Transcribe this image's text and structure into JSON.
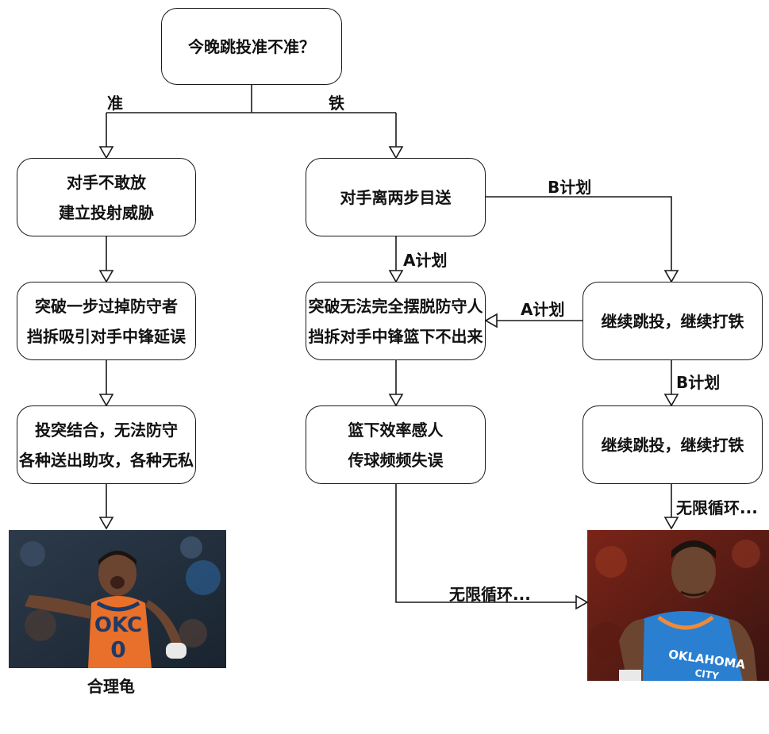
{
  "nodes": {
    "question": {
      "line1": "今晚跳投准不准？"
    },
    "left_1": {
      "line1": "对手不敢放",
      "line2": "建立投射威胁"
    },
    "left_2": {
      "line1": "突破一步过掉防守者",
      "line2": "挡拆吸引对手中锋延误"
    },
    "left_3": {
      "line1": "投突结合，无法防守",
      "line2": "各种送出助攻，各种无私"
    },
    "mid_1": {
      "line1": "对手离两步目送"
    },
    "mid_2": {
      "line1": "突破无法完全摆脱防守人",
      "line2": "挡拆对手中锋篮下不出来"
    },
    "mid_3": {
      "line1": "篮下效率感人",
      "line2": "传球频频失误"
    },
    "right_1": {
      "line1": "继续跳投，继续打铁"
    },
    "right_2": {
      "line1": "继续跳投，继续打铁"
    }
  },
  "edge_labels": {
    "accurate": "准",
    "brick": "铁",
    "plan_b_top": "B计划",
    "plan_a_mid": "A计划",
    "plan_a_side": "A计划",
    "plan_b_right": "B计划",
    "infinite_loop_right": "无限循环...",
    "infinite_loop_bottom": "无限循环..."
  },
  "images": {
    "good_player": {
      "jersey_text": "OKC",
      "jersey_number": "0",
      "caption": "合理龟"
    },
    "bad_player": {
      "jersey_text": "OKLAHOMA",
      "jersey_sub": "CITY"
    }
  },
  "colors": {
    "stroke": "#1a1a1a",
    "orange_jersey": "#e8702a",
    "blue_jersey": "#2a7fd0",
    "arena_dark": "#22303e",
    "arena_red": "#8e2a1e"
  },
  "icons": {
    "arrowhead": "hollow-triangle"
  }
}
